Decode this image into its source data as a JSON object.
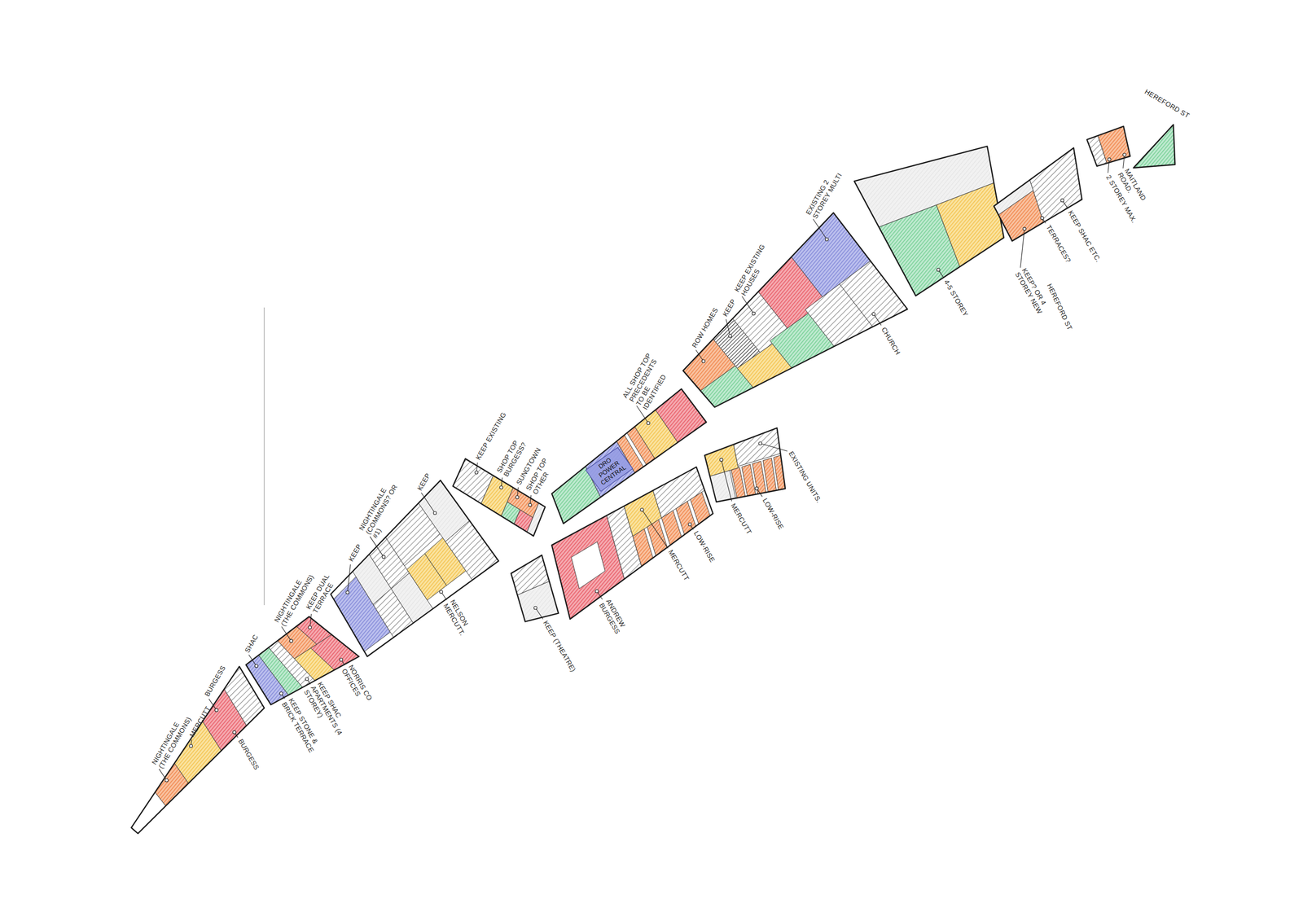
{
  "diagram": {
    "nodes": [
      {
        "text": [
          "DRO POWER CENTRAL"
        ]
      }
    ],
    "labels": [
      "NIGHTINGALE (THE COMMONS)",
      "MERCUTT",
      "BURGESS",
      "SHAC",
      "NIGHTINGALE (THE COMMONS)",
      "KEEP DUAL TERRACE",
      "KEEP",
      "NIGHTINGALE (COMMONS? OR #1)",
      "KEEP",
      "KEEP EXISTING",
      "SHOP TOP BURGESS?",
      "SUNGTOWN",
      "SHOP TOP OTHER",
      "ALL SHOP TOP PRECEDENTS TO BE IDENTIFIED",
      "ROW HOMES",
      "KEEP",
      "KEEP EXISTING HOUSES",
      "EXISTING 2 STOREY MULTI",
      "HEREFORD ST",
      "MAITLAND ROAD.",
      "2 STOREY MAX.",
      "KEEP SHAC ETC.",
      "TERRACES?",
      "KEEP? OR 4 STOREY NEW",
      "HEREFORD ST",
      "4-5 STOREY",
      "CHURCH",
      "EXISTING UNITS.",
      "MERCUTT",
      "LOW-RISE",
      "MERCUTT",
      "LOW-RISE",
      "ANDREW BURGESS",
      "KEEP (THEATRE)",
      "NELSON MERCUTT.",
      "NORRIS CO OFFICES",
      "KEEP SHAC APARTMENTS (4 STOREY)",
      "KEEP STONE & BRICK TERRACE",
      "BURGESS"
    ]
  }
}
